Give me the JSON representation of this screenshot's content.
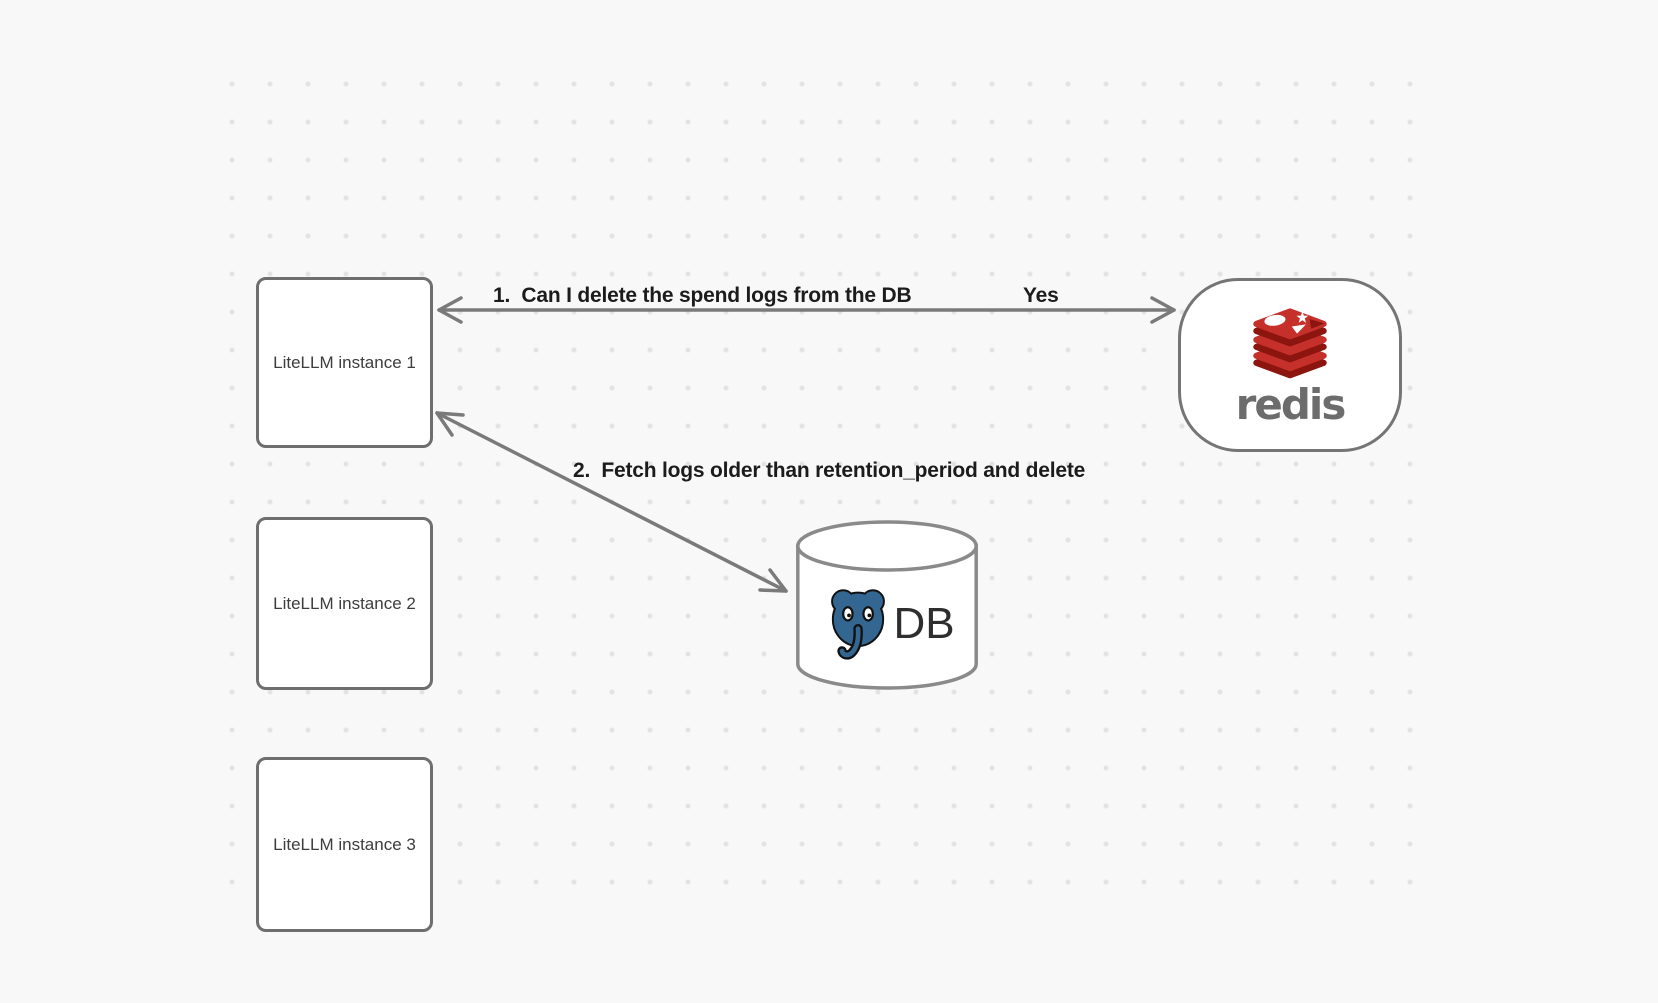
{
  "canvas": {
    "background_color": "#f8f8f8",
    "dot_color": "#e3e3e3"
  },
  "colors": {
    "redis_red": "#C6302B",
    "redis_dark_red": "#8C1510",
    "redis_wordmark_gray": "#6c6c6c",
    "postgres_blue": "#336791",
    "stroke_gray": "#7a7a7a"
  },
  "nodes": {
    "instances": [
      {
        "label": "LiteLLM instance 1"
      },
      {
        "label": "LiteLLM instance 2"
      },
      {
        "label": "LiteLLM instance 3"
      }
    ],
    "redis": {
      "wordmark": "redis"
    },
    "db": {
      "label": "DB"
    }
  },
  "arrows": {
    "arrow1": {
      "label": "1.  Can I delete the spend logs from the DB",
      "response": "Yes",
      "from": "LiteLLM instance 1",
      "to": "redis",
      "double_headed": true
    },
    "arrow2": {
      "label": "2.  Fetch logs older than retention_period and delete",
      "from": "LiteLLM instance 1",
      "to": "DB",
      "double_headed": true
    }
  }
}
